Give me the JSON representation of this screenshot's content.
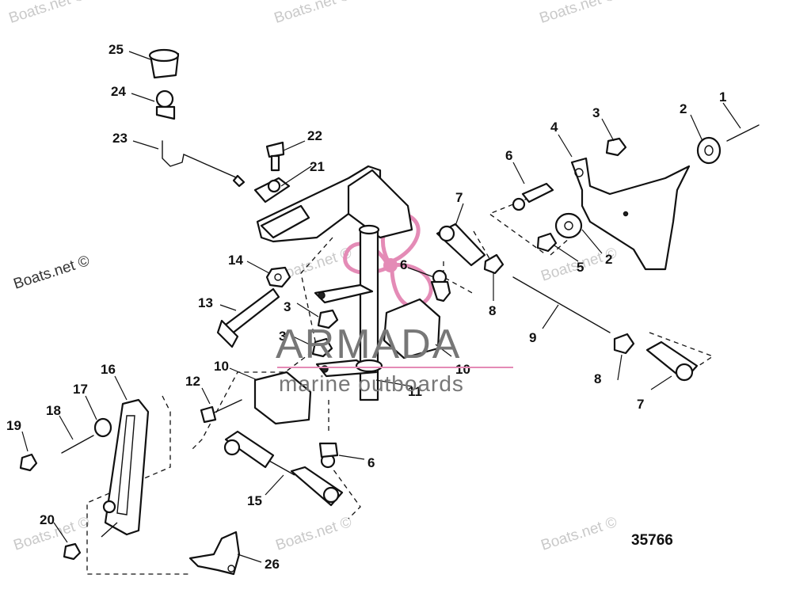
{
  "figure_number": "35766",
  "watermark_text": "Boats.net ©",
  "brand": {
    "name": "ARMADA",
    "tagline": "marine outboards",
    "logo_color": "#e48bb6"
  },
  "part_labels": [
    "1",
    "2",
    "3",
    "4",
    "6",
    "7",
    "2",
    "5",
    "8",
    "9",
    "6",
    "3",
    "3",
    "10",
    "11",
    "14",
    "13",
    "21",
    "22",
    "23",
    "24",
    "25",
    "7",
    "8",
    "10",
    "12",
    "6",
    "15",
    "16",
    "17",
    "18",
    "19",
    "20",
    "26"
  ]
}
